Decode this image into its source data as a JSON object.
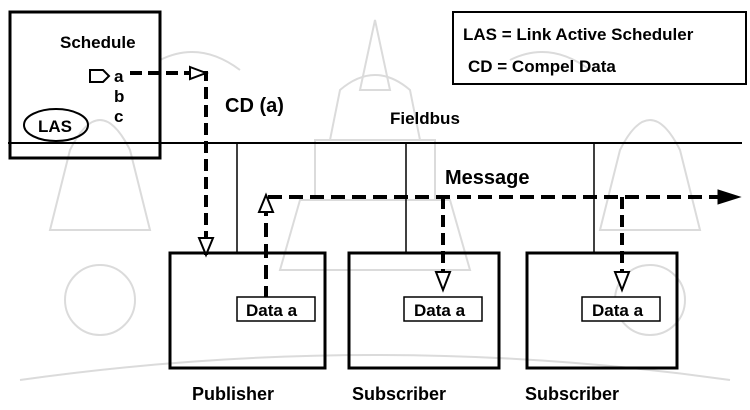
{
  "legend": {
    "line1": "LAS = Link Active Scheduler",
    "line2": "CD = Compel Data"
  },
  "schedule": {
    "title": "Schedule",
    "items": [
      "a",
      "b",
      "c"
    ],
    "las_label": "LAS"
  },
  "bus": {
    "label": "Fieldbus",
    "cd_label": "CD (a)",
    "message_label": "Message"
  },
  "devices": [
    {
      "data_label": "Data a",
      "role": "Publisher"
    },
    {
      "data_label": "Data a",
      "role": "Subscriber"
    },
    {
      "data_label": "Data a",
      "role": "Subscriber"
    }
  ],
  "colors": {
    "ink": "#000000",
    "background": "#ffffff",
    "watermark": "#c8c8c8"
  }
}
